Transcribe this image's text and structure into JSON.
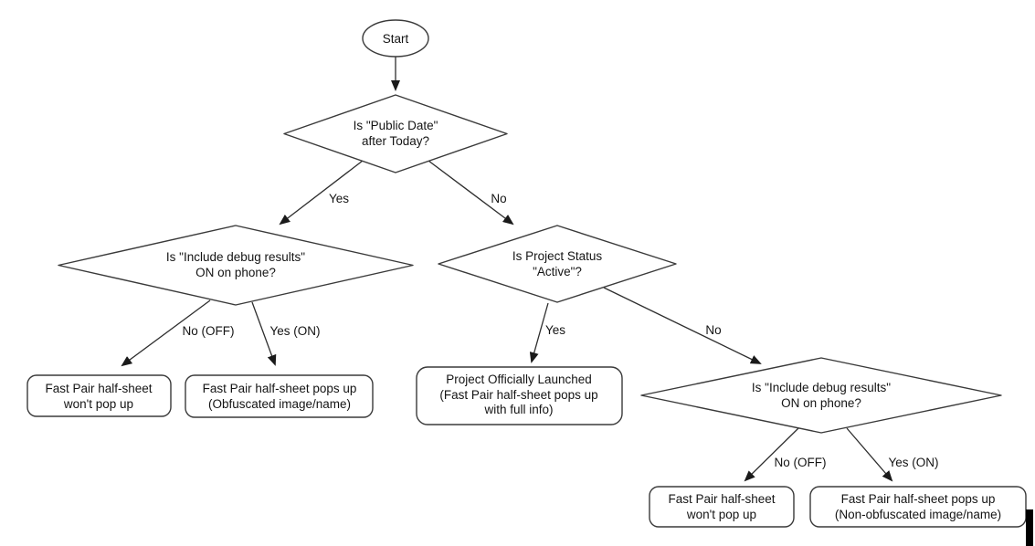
{
  "colors": {
    "background": "#ffffff",
    "shape_stroke": "#3a3a3a",
    "edge_stroke": "#2e2e2e",
    "text": "#141414",
    "cursor_artifact": "#000000"
  },
  "nodes": {
    "start": {
      "label": "Start"
    },
    "d1": {
      "line1": "Is \"Public Date\"",
      "line2": "after Today?"
    },
    "d2": {
      "line1": "Is \"Include debug results\"",
      "line2": "ON on phone?"
    },
    "d3": {
      "line1": "Is Project Status",
      "line2": "\"Active\"?"
    },
    "d4": {
      "line1": "Is \"Include debug results\"",
      "line2": "ON on phone?"
    },
    "leaf_left_no": {
      "line1": "Fast Pair half-sheet",
      "line2": "won't pop up"
    },
    "leaf_left_yes": {
      "line1": "Fast Pair half-sheet pops up",
      "line2": "(Obfuscated image/name)"
    },
    "leaf_mid": {
      "line1": "Project Officially Launched",
      "line2": "(Fast Pair half-sheet pops up",
      "line3": "with full info)"
    },
    "leaf_right_no": {
      "line1": "Fast Pair half-sheet",
      "line2": "won't pop up"
    },
    "leaf_right_yes": {
      "line1": "Fast Pair half-sheet pops up",
      "line2": "(Non-obfuscated image/name)"
    }
  },
  "edges": {
    "d1_yes": {
      "label": "Yes"
    },
    "d1_no": {
      "label": "No"
    },
    "d2_no": {
      "label": "No (OFF)"
    },
    "d2_yes": {
      "label": "Yes (ON)"
    },
    "d3_yes": {
      "label": "Yes"
    },
    "d3_no": {
      "label": "No"
    },
    "d4_no": {
      "label": "No (OFF)"
    },
    "d4_yes": {
      "label": "Yes (ON)"
    }
  }
}
